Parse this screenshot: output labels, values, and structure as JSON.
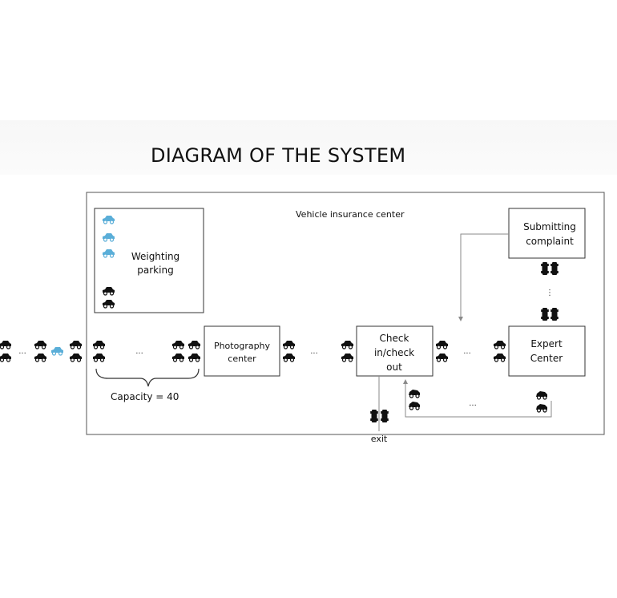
{
  "page": {
    "title": "DIAGRAM OF THE SYSTEM"
  },
  "diagram": {
    "container_label": "Vehicle insurance center",
    "boxes": {
      "weighting_parking": [
        "Weighting",
        "parking"
      ],
      "photography_center": [
        "Photography",
        "center"
      ],
      "check_in_out": [
        "Check",
        "in/check",
        "out"
      ],
      "expert_center": [
        "Expert",
        "Center"
      ],
      "submitting_complaint": [
        "Submitting",
        "complaint"
      ]
    },
    "capacity_label": "Capacity = 40",
    "exit_label": "exit",
    "ellipsis": "...",
    "vertical_ellipsis": "⋮",
    "colors": {
      "car_black": "#111111",
      "car_blue": "#5aaed8",
      "line": "#222222",
      "arrow_gray": "#8a8a8a"
    }
  }
}
